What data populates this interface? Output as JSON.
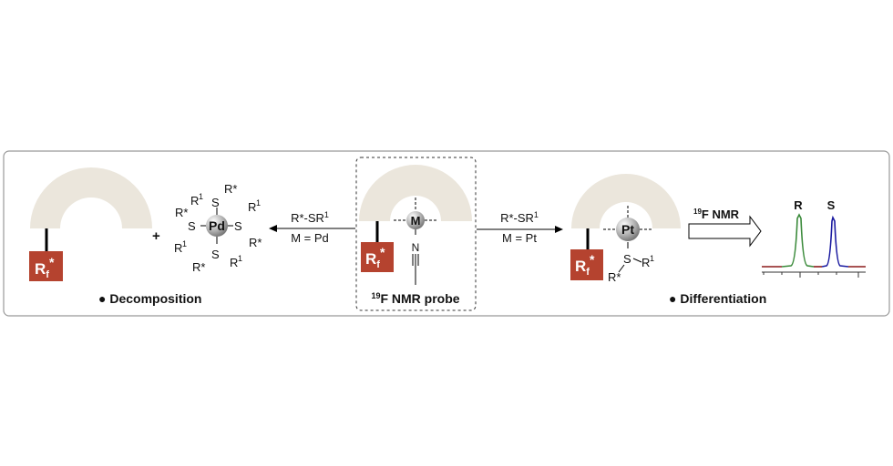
{
  "left": {
    "plus": "+",
    "rf": "R",
    "rf_sub": "f",
    "rf_star": "*",
    "metal": "Pd",
    "caption": "Decomposition",
    "ligands": {
      "s": "S",
      "r1": "R",
      "sup1": "1",
      "rstar": "R*"
    }
  },
  "left_arrow": {
    "top_label": "R*-SR",
    "top_sup": "1",
    "bottom_label": "M = Pd"
  },
  "probe": {
    "metal": "M",
    "n": "N",
    "caption_sup": "19",
    "caption": "F NMR probe"
  },
  "right_arrow": {
    "top_label": "R*-SR",
    "top_sup": "1",
    "bottom_label": "M = Pt"
  },
  "right": {
    "metal": "Pt",
    "s": "S",
    "r1": "R",
    "sup1": "1",
    "rstar": "R*",
    "caption": "Differentiation"
  },
  "nmr_arrow": {
    "sup": "19",
    "label": "F NMR"
  },
  "spectrum": {
    "peak_r": "R",
    "peak_s": "S",
    "colors": {
      "baseline": "#8b1a1a",
      "r": "#3a8a3a",
      "s": "#1a1aa0"
    }
  },
  "colors": {
    "arc": "#ebe6dc",
    "rf_box": "#b5432f"
  }
}
